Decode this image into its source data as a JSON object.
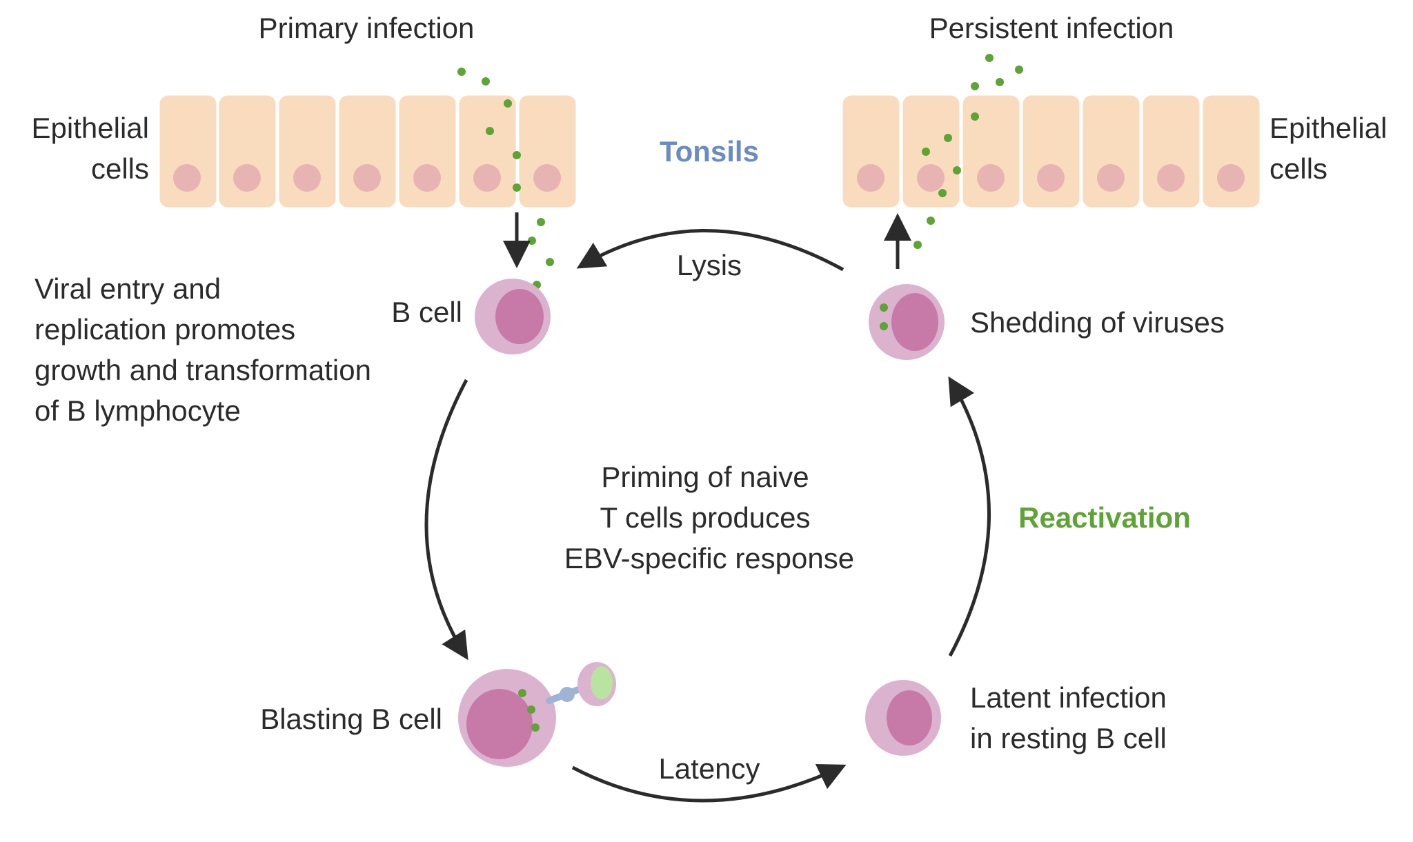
{
  "labels": {
    "primary_infection": "Primary infection",
    "persistent_infection": "Persistent infection",
    "epithelial_left_1": "Epithelial",
    "epithelial_left_2": "cells",
    "epithelial_right_1": "Epithelial",
    "epithelial_right_2": "cells",
    "tonsils": "Tonsils",
    "lysis": "Lysis",
    "b_cell": "B cell",
    "shedding": "Shedding of viruses",
    "viral_entry": [
      "Viral entry and",
      "replication promotes",
      "growth and transformation",
      "of B lymphocyte"
    ],
    "priming": [
      "Priming of naive",
      "T cells produces",
      "EBV-specific response"
    ],
    "reactivation": "Reactivation",
    "blasting_b_cell": "Blasting B cell",
    "latent_infection": [
      "Latent infection",
      "in resting B cell"
    ],
    "latency": "Latency"
  },
  "colors": {
    "epithelium_fill": "#f8dcbd",
    "epithelium_border": "#ffffff",
    "epithelium_nucleus": "#e8b3b3",
    "cell_outer": "#dcb3cf",
    "cell_nucleus": "#c77aa8",
    "virus": "#5da434",
    "arrow": "#2b2b2b",
    "tcell_nucleus": "#b8e4a0",
    "receptor": "#9db4d6",
    "tonsils_text": "#6b8cc0",
    "reactivation_text": "#5da434"
  }
}
